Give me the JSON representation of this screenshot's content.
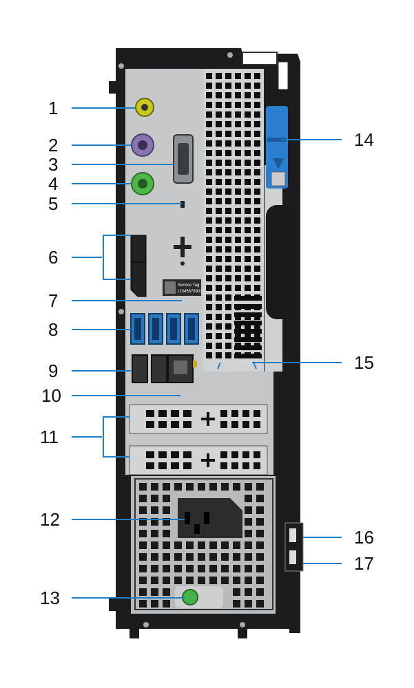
{
  "figure": {
    "callouts": [
      "1",
      "2",
      "3",
      "4",
      "5",
      "6",
      "7",
      "8",
      "9",
      "10",
      "11",
      "12",
      "13",
      "14",
      "15",
      "16",
      "17"
    ],
    "service_tag": {
      "label": "Service Tag:",
      "number": "12345678901"
    },
    "colors": {
      "chassis": "#1c1c1c",
      "panel": "#c6c8ca",
      "vent_dark": "#0d0d0d",
      "leader_line": "#1e7fc4",
      "audio_port": "#c9c81d",
      "ps2_keyboard": "#8a74b0",
      "ps2_mouse": "#4db848",
      "usb3": "#2a79c0",
      "release_latch": "#2a7fd0",
      "power_led": "#46b24a"
    }
  }
}
